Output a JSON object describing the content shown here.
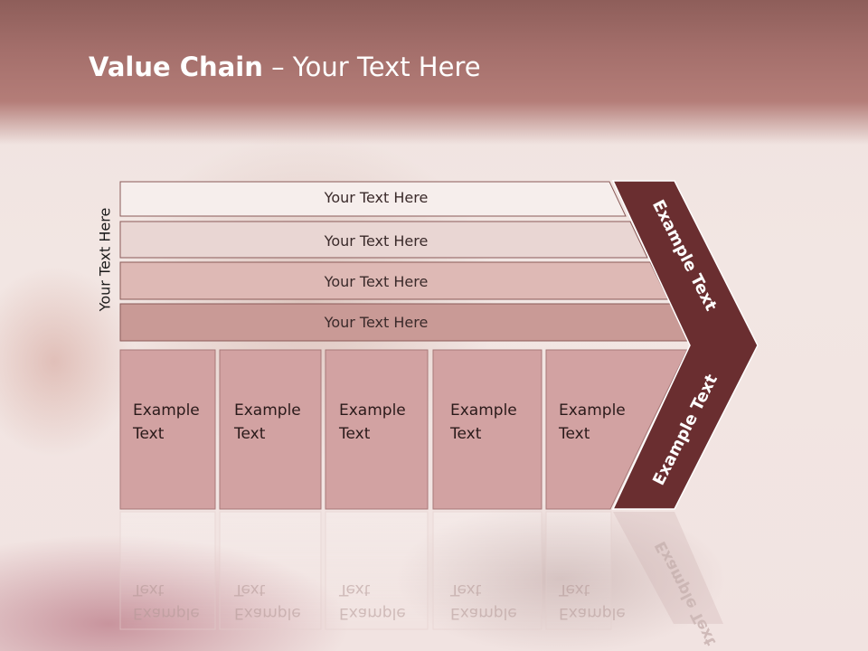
{
  "slide": {
    "title_bold": "Value Chain",
    "title_rest": " – Your Text Here",
    "side_label": "Your Text Here"
  },
  "support_bars": [
    {
      "label": "Your Text Here",
      "fill": "#f6eeec"
    },
    {
      "label": "Your Text Here",
      "fill": "#e9d6d3"
    },
    {
      "label": "Your Text Here",
      "fill": "#deb9b5"
    },
    {
      "label": "Your Text Here",
      "fill": "#c99a96"
    }
  ],
  "primary_boxes": [
    {
      "line1": "Example",
      "line2": "Text"
    },
    {
      "line1": "Example",
      "line2": "Text"
    },
    {
      "line1": "Example",
      "line2": "Text"
    },
    {
      "line1": "Example",
      "line2": "Text"
    },
    {
      "line1": "Example",
      "line2": "Text"
    }
  ],
  "chevron": {
    "upper_label": "Example Text",
    "lower_label": "Example Text",
    "fill": "#6a2e30"
  },
  "colors": {
    "box_fill": "#d2a2a2",
    "box_stroke": "#a87878",
    "bar_stroke": "#8a5a58"
  }
}
